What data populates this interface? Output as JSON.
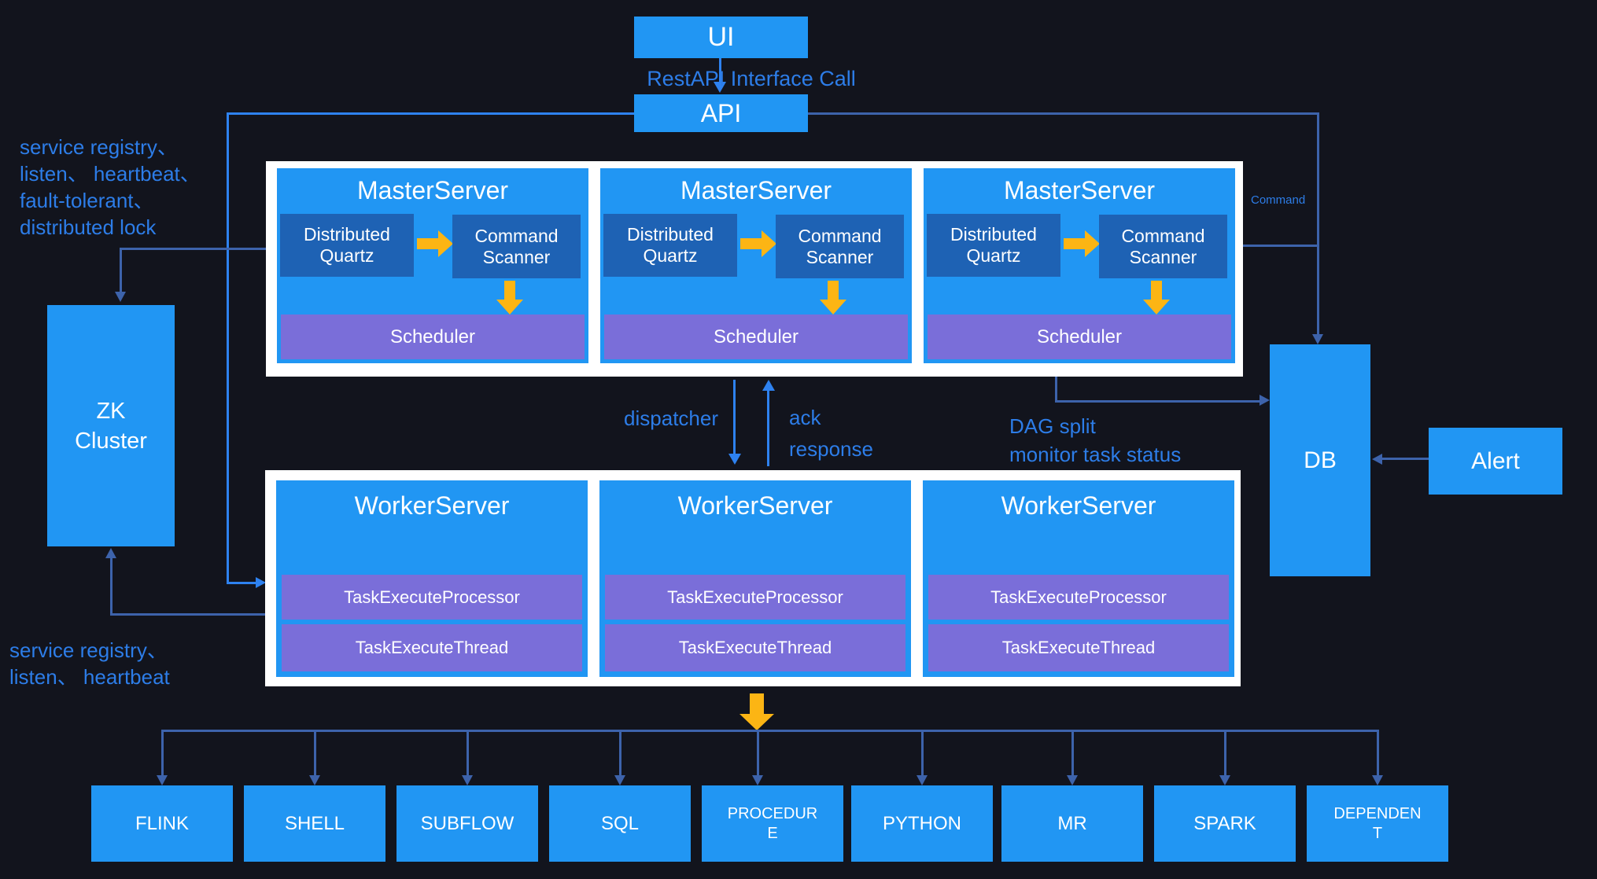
{
  "colors": {
    "background": "#12141d",
    "node_blue": "#2196f3",
    "inner_blue": "#1e62b4",
    "purple": "#7a6ed9",
    "yellow": "#fcb514",
    "container_white": "#ffffff",
    "label_blue": "#2d7de8",
    "connector_muted": "#3d63ab",
    "connector_bright": "#2e82f0"
  },
  "nodes": {
    "ui": "UI",
    "api": "API",
    "zk_cluster": "ZK\nCluster",
    "db": "DB",
    "alert": "Alert"
  },
  "annotations": {
    "rest_api_call": "RestAPI Interface Call",
    "command": "Command",
    "dispatcher": "dispatcher",
    "ack_response": "ack\nresponse",
    "dag": "DAG split\nmonitor task status",
    "zk_note_top": "service registry、\nlisten、 heartbeat、\nfault-tolerant、\ndistributed lock",
    "zk_note_bottom": "service registry、\nlisten、 heartbeat"
  },
  "master_server": {
    "title": "MasterServer",
    "distributed_quartz": "Distributed\nQuartz",
    "command_scanner": "Command\nScanner",
    "scheduler": "Scheduler",
    "instances": 3
  },
  "worker_server": {
    "title": "WorkerServer",
    "task_execute_processor": "TaskExecuteProcessor",
    "task_execute_thread": "TaskExecuteThread",
    "instances": 3
  },
  "task_types": [
    "FLINK",
    "SHELL",
    "SUBFLOW",
    "SQL",
    "PROCEDURE",
    "PYTHON",
    "MR",
    "SPARK",
    "DEPENDENT"
  ]
}
